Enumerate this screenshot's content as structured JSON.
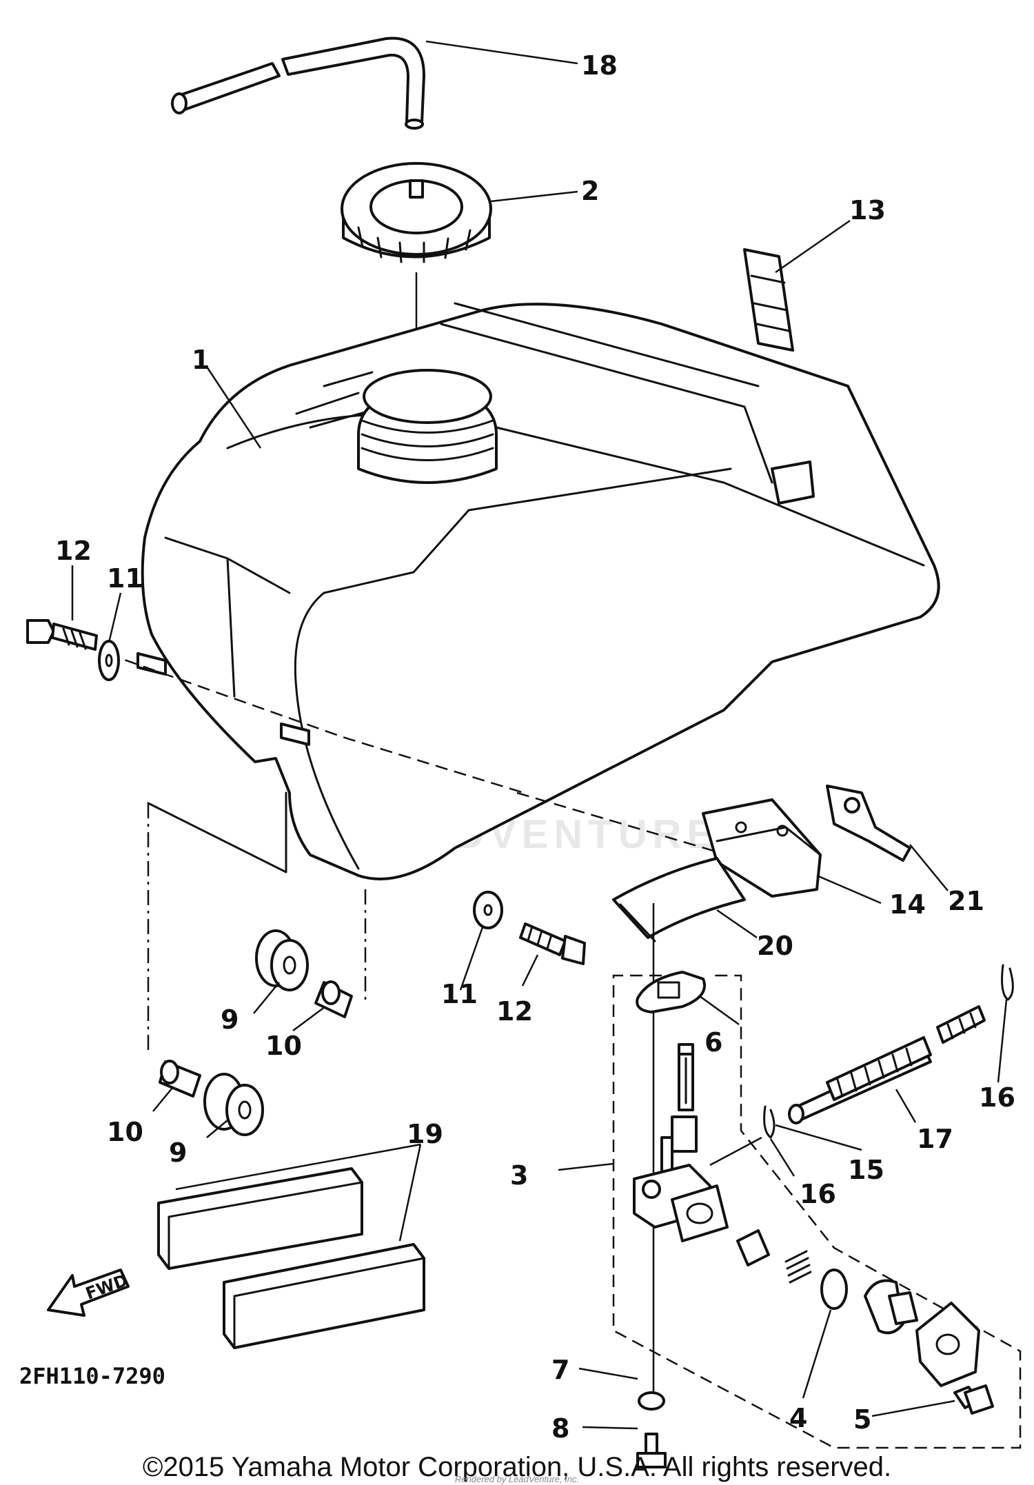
{
  "diagram_code": "2FH110-7290",
  "fwd_label": "FWD",
  "watermark": "LEADVENTURE",
  "copyright": "©2015 Yamaha Motor Corporation, U.S.A. All rights reserved.",
  "rendered_by": "Rendered by LeadVenture, Inc.",
  "callouts": {
    "c1": "1",
    "c2": "2",
    "c3": "3",
    "c4": "4",
    "c5": "5",
    "c6": "6",
    "c7": "7",
    "c8": "8",
    "c9a": "9",
    "c9b": "9",
    "c10a": "10",
    "c10b": "10",
    "c11a": "11",
    "c11b": "11",
    "c12a": "12",
    "c12b": "12",
    "c13": "13",
    "c14": "14",
    "c15": "15",
    "c16a": "16",
    "c16b": "16",
    "c17": "17",
    "c18": "18",
    "c19": "19",
    "c20": "20",
    "c21": "21"
  }
}
